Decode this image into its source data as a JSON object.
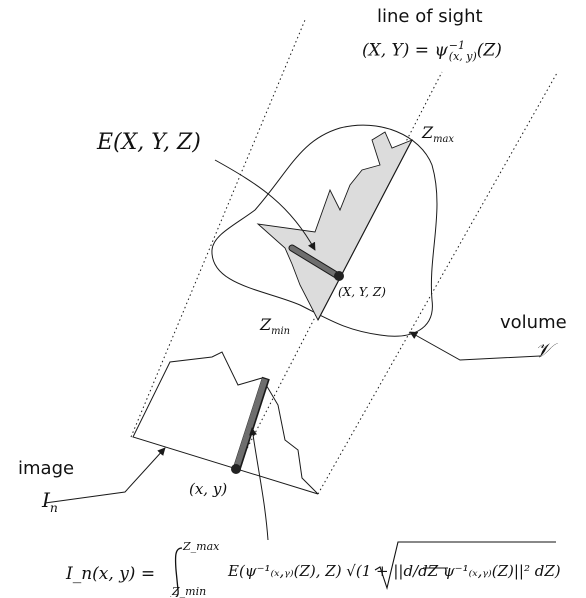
{
  "labels": {
    "line_of_sight": "line of sight",
    "los_equation": "(X, Y) = ψ",
    "los_exponent": "−1",
    "los_subscript": "(x, y)",
    "los_argument": "(Z)",
    "emission": "E(X, Y, Z)",
    "z_max": "Z",
    "z_max_sub": "max",
    "z_min": "Z",
    "z_min_sub": "min",
    "sample_point": "(X, Y, Z)",
    "volume": "volume",
    "volume_symbol": "𝒱",
    "image": "image",
    "image_symbol": "I",
    "image_symbol_sub": "n",
    "pixel": "(x, y)"
  },
  "formula": {
    "lhs": "I_n(x, y) =",
    "integral_upper": "Z_max",
    "integral_lower": "Z_min",
    "integrand": "E(ψ⁻¹₍ₓ,ᵧ₎(Z), Z) √(1 + ||d/dZ ψ⁻¹₍ₓ,ᵧ₎(Z)||² dZ)"
  },
  "colors": {
    "stroke": "#1a1a1a",
    "region_fill": "#dcdcdc",
    "bar_fill": "#6e6e6e",
    "point_fill": "#222222"
  }
}
